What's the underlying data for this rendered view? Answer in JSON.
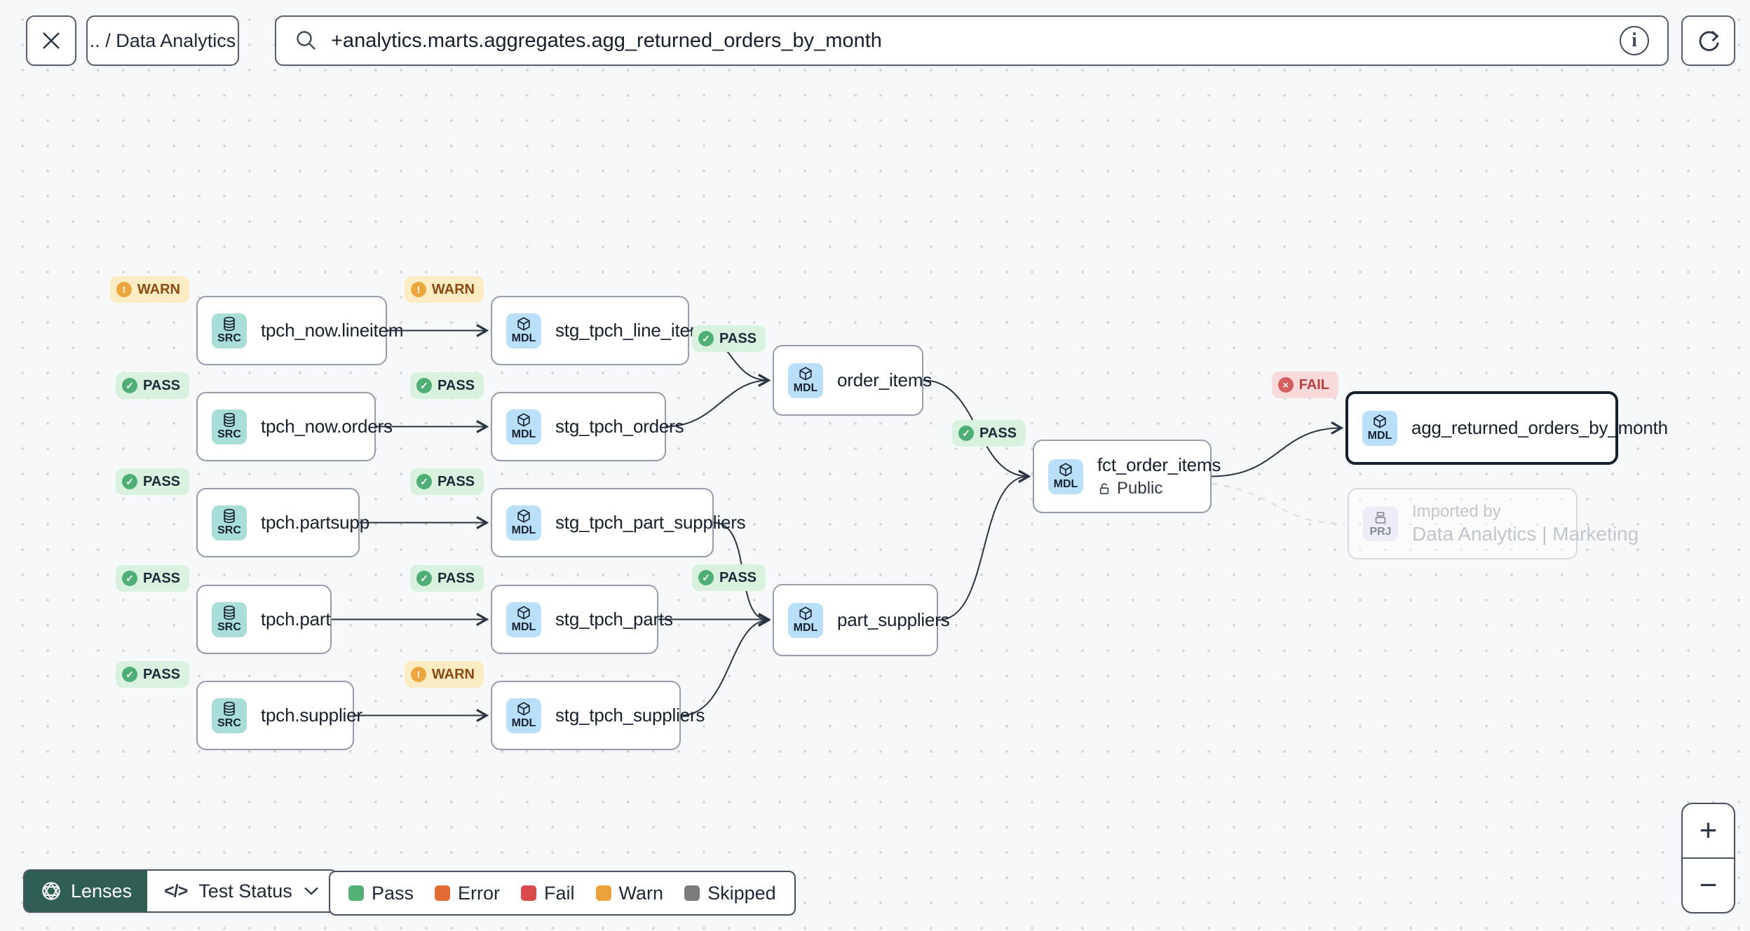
{
  "toolbar": {
    "breadcrumb": ".. / Data Analytics",
    "search": {
      "value": "+analytics.marts.aggregates.agg_returned_orders_by_month"
    }
  },
  "nodes": [
    {
      "kind": "SRC",
      "title": "tpch_now.lineitem",
      "status": "WARN"
    },
    {
      "kind": "MDL",
      "title": "stg_tpch_line_items",
      "status": "WARN"
    },
    {
      "kind": "SRC",
      "title": "tpch_now.orders",
      "status": "PASS"
    },
    {
      "kind": "MDL",
      "title": "stg_tpch_orders",
      "status": "PASS"
    },
    {
      "kind": "SRC",
      "title": "tpch.partsupp",
      "status": "PASS"
    },
    {
      "kind": "MDL",
      "title": "stg_tpch_part_suppliers",
      "status": "PASS"
    },
    {
      "kind": "SRC",
      "title": "tpch.part",
      "status": "PASS"
    },
    {
      "kind": "MDL",
      "title": "stg_tpch_parts",
      "status": "PASS"
    },
    {
      "kind": "SRC",
      "title": "tpch.supplier",
      "status": "PASS"
    },
    {
      "kind": "MDL",
      "title": "stg_tpch_suppliers",
      "status": "WARN"
    },
    {
      "kind": "MDL",
      "title": "order_items",
      "status": "PASS"
    },
    {
      "kind": "MDL",
      "title": "part_suppliers",
      "status": "PASS"
    },
    {
      "kind": "MDL",
      "title": "fct_order_items",
      "subtitle": "Public",
      "status": "PASS"
    },
    {
      "kind": "MDL",
      "title": "agg_returned_orders_by_month",
      "status": "FAIL",
      "selected": true
    },
    {
      "kind": "PRJ",
      "label": "Imported by",
      "title": "Data Analytics | Marketing",
      "ghost": true
    }
  ],
  "status_colors": {
    "pass": "#4fae76",
    "warn": "#eca63f",
    "fail": "#d55f5c"
  },
  "lenses": {
    "button": "Lenses",
    "code_glyph": "</>",
    "selected_lens": "Test Status"
  },
  "legend": {
    "items": [
      {
        "label": "Pass",
        "color": "#53b175"
      },
      {
        "label": "Error",
        "color": "#e06b35"
      },
      {
        "label": "Fail",
        "color": "#d94b4b"
      },
      {
        "label": "Warn",
        "color": "#eaa23c"
      },
      {
        "label": "Skipped",
        "color": "#7c7c7c"
      }
    ]
  },
  "zoom_controls": {
    "zoom_in": "+",
    "zoom_out": "−"
  }
}
